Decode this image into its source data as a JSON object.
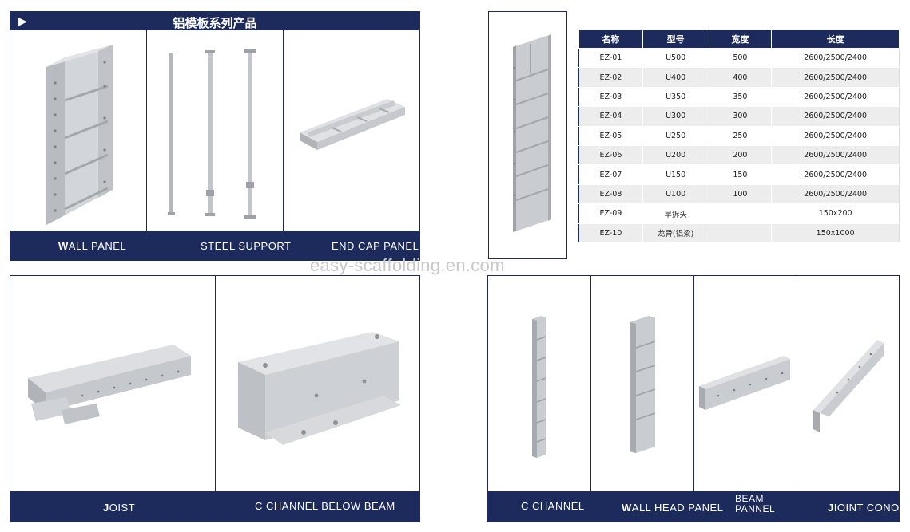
{
  "top_panel": {
    "play_icon": "play-icon",
    "title": "铝模板系列产品",
    "labels": {
      "wall_panel_first": "W",
      "wall_panel_rest": "ALL PANEL",
      "steel_support": "STEEL SUPPORT",
      "end_cap_panel": "END CAP PANEL"
    }
  },
  "table": {
    "headers": [
      "名称",
      "型号",
      "宽度",
      "长度"
    ],
    "rows": [
      [
        "EZ-01",
        "U500",
        "500",
        "2600/2500/2400"
      ],
      [
        "EZ-02",
        "U400",
        "400",
        "2600/2500/2400"
      ],
      [
        "EZ-03",
        "U350",
        "350",
        "2600/2500/2400"
      ],
      [
        "EZ-04",
        "U300",
        "300",
        "2600/2500/2400"
      ],
      [
        "EZ-05",
        "U250",
        "250",
        "2600/2500/2400"
      ],
      [
        "EZ-06",
        "U200",
        "200",
        "2600/2500/2400"
      ],
      [
        "EZ-07",
        "U150",
        "150",
        "2600/2500/2400"
      ],
      [
        "EZ-08",
        "U100",
        "100",
        "2600/2500/2400"
      ],
      [
        "EZ-09",
        "早拆头",
        "",
        "150x200"
      ],
      [
        "EZ-10",
        "龙骨(铝梁)",
        "",
        "150x1000"
      ]
    ]
  },
  "watermark": "easy-scaffolding.en.com",
  "bottom_left": {
    "joist_first": "J",
    "joist_rest": "OIST",
    "c_channel_below_beam": "C CHANNEL BELOW BEAM"
  },
  "bottom_right": {
    "c_channel": "C CHANNEL",
    "wall_head_first": "W",
    "wall_head_rest": "ALL HEAD PANEL",
    "beam_line1": "BEAM",
    "beam_line2": "PANNEL",
    "jioint_first": "J",
    "jioint_rest": "IOINT CONOR"
  },
  "colors": {
    "navy": "#1d2a5c",
    "metal": "#c9ccd0",
    "metal_dark": "#9ea2a8"
  }
}
